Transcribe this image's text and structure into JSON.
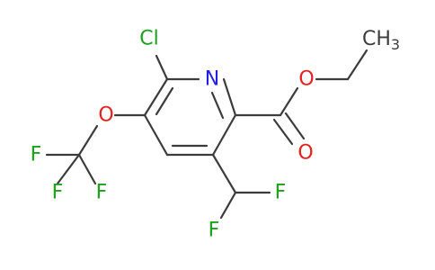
{
  "molecule": {
    "atoms": {
      "cl": "Cl",
      "n": "N",
      "o_ether": "O",
      "o_ester": "O",
      "o_carbonyl": "O",
      "f1": "F",
      "f2": "F",
      "f3": "F",
      "f4": "F",
      "f5": "F",
      "ch3_main": "CH",
      "ch3_sub": "3"
    },
    "colors": {
      "bond": "#3c3c3c",
      "carbon_text": "#3c3c3c",
      "nitrogen": "#1f1fe6",
      "oxygen": "#e61f1f",
      "fluorine": "#1aa31a",
      "chlorine": "#1aa31a"
    }
  }
}
